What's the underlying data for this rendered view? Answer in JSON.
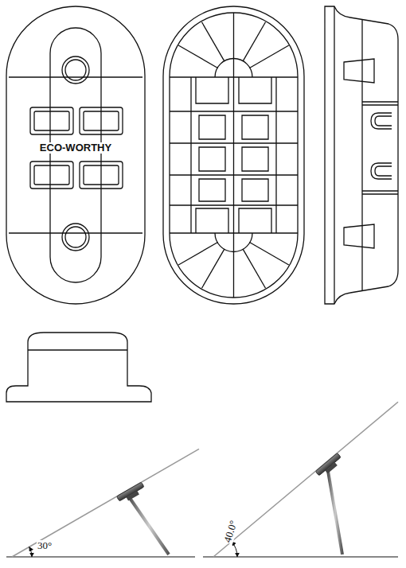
{
  "diagram": {
    "labels": [
      "ECO-WORTHY",
      "30°",
      "40.0°"
    ]
  }
}
